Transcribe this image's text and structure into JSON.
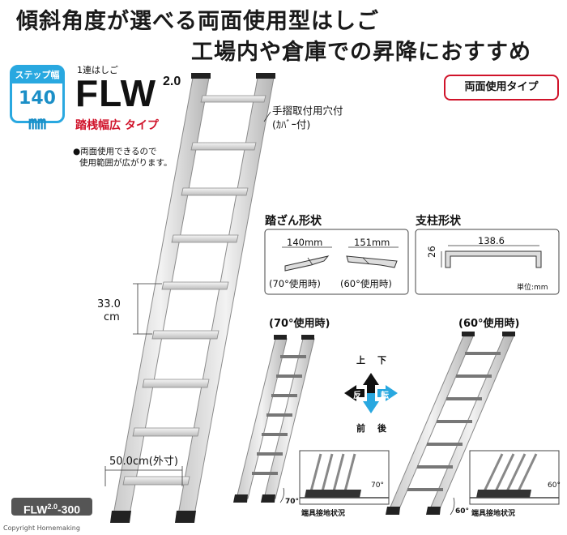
{
  "headline": {
    "line1": "傾斜角度が選べる両面使用型はしご",
    "line2": "工場内や倉庫での昇降におすすめ"
  },
  "step_badge": {
    "label": "ステップ幅",
    "value": "140㎜"
  },
  "model": {
    "subtitle": "1連はしご",
    "name": "FLW",
    "version": "2.0",
    "type": "踏桟幅広 タイプ",
    "note_line1": "●両面使用できるので",
    "note_line2": "使用範囲が広がります。"
  },
  "tag": "両面使用タイプ",
  "handrail": {
    "line1": "手摺取付用穴付",
    "line2": "(ｶﾊﾞｰ付)"
  },
  "step_shape": {
    "title": "踏ざん形状",
    "w1": "140mm",
    "w2": "151mm",
    "cap1": "(70°使用時)",
    "cap2": "(60°使用時)"
  },
  "post_shape": {
    "title": "支柱形状",
    "width": "138.6",
    "height": "26",
    "unit": "単位:mm"
  },
  "dimensions": {
    "pitch_value": "33.0",
    "pitch_unit": "cm",
    "width": "50.0cm(外寸)"
  },
  "usage70": {
    "title": "(70°使用時)",
    "angle": "70°",
    "foot_label": "端具接地状況"
  },
  "usage60": {
    "title": "(60°使用時)",
    "angle": "60°",
    "foot_label": "端具接地状況"
  },
  "direction": {
    "up": "上",
    "down": "下",
    "rev": "反",
    "turn": "転",
    "front": "前",
    "back": "後"
  },
  "colors": {
    "accent_blue": "#29a8e0",
    "accent_red": "#d0132a"
  },
  "model_label": {
    "name": "FLW",
    "ver": "2.0",
    "size": "-300"
  },
  "copyright": "Copyright Homemaking"
}
